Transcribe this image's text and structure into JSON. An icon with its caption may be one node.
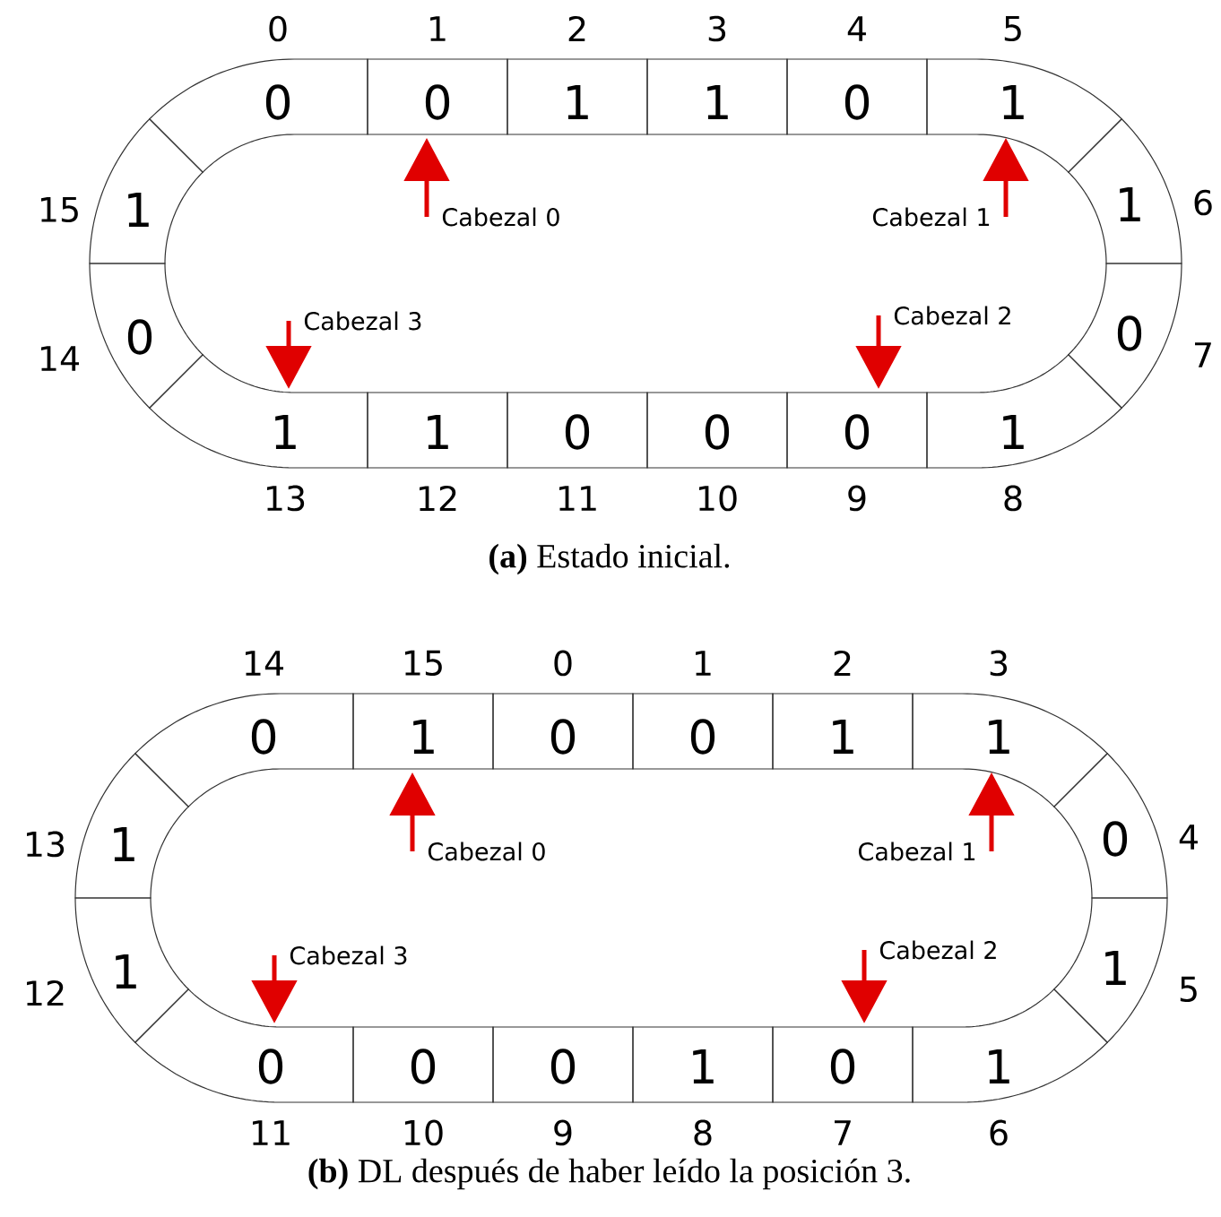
{
  "diagram": {
    "nodes": [
      {
        "text": [
          "0"
        ],
        "beside": [
          "0"
        ]
      },
      {
        "text": [
          "0"
        ],
        "beside": [
          "1"
        ]
      },
      {
        "text": [
          "1"
        ],
        "beside": [
          "2"
        ]
      },
      {
        "text": [
          "1"
        ],
        "beside": [
          "3"
        ]
      },
      {
        "text": [
          "0"
        ],
        "beside": [
          "4"
        ]
      },
      {
        "text": [
          "1"
        ],
        "beside": [
          "5"
        ]
      },
      {
        "text": [
          "1"
        ],
        "beside": [
          "6"
        ]
      },
      {
        "text": [
          "0"
        ],
        "beside": [
          "7"
        ]
      },
      {
        "text": [
          "1"
        ],
        "beside": [
          "8"
        ]
      },
      {
        "text": [
          "0"
        ],
        "beside": [
          "9"
        ]
      },
      {
        "text": [
          "0"
        ],
        "beside": [
          "10"
        ]
      },
      {
        "text": [
          "0"
        ],
        "beside": [
          "11"
        ]
      },
      {
        "text": [
          "1"
        ],
        "beside": [
          "12"
        ]
      },
      {
        "text": [
          "1"
        ],
        "beside": [
          "13"
        ]
      },
      {
        "text": [
          "0"
        ],
        "beside": [
          "14"
        ]
      },
      {
        "text": [
          "1"
        ],
        "beside": [
          "15"
        ]
      },
      {
        "text": [
          "Cabezal 0"
        ]
      },
      {
        "text": [
          "Cabezal 1"
        ]
      },
      {
        "text": [
          "Cabezal 2"
        ]
      },
      {
        "text": [
          "Cabezal 3"
        ]
      },
      {
        "text": [
          "0"
        ],
        "beside": [
          "14"
        ]
      },
      {
        "text": [
          "1"
        ],
        "beside": [
          "15"
        ]
      },
      {
        "text": [
          "0"
        ],
        "beside": [
          "0"
        ]
      },
      {
        "text": [
          "0"
        ],
        "beside": [
          "1"
        ]
      },
      {
        "text": [
          "1"
        ],
        "beside": [
          "2"
        ]
      },
      {
        "text": [
          "1"
        ],
        "beside": [
          "3"
        ]
      },
      {
        "text": [
          "0"
        ],
        "beside": [
          "4"
        ]
      },
      {
        "text": [
          "1"
        ],
        "beside": [
          "5"
        ]
      },
      {
        "text": [
          "1"
        ],
        "beside": [
          "6"
        ]
      },
      {
        "text": [
          "0"
        ],
        "beside": [
          "7"
        ]
      },
      {
        "text": [
          "1"
        ],
        "beside": [
          "8"
        ]
      },
      {
        "text": [
          "0"
        ],
        "beside": [
          "9"
        ]
      },
      {
        "text": [
          "0"
        ],
        "beside": [
          "10"
        ]
      },
      {
        "text": [
          "0"
        ],
        "beside": [
          "11"
        ]
      },
      {
        "text": [
          "1"
        ],
        "beside": [
          "12"
        ]
      },
      {
        "text": [
          "1"
        ],
        "beside": [
          "13"
        ]
      },
      {
        "text": [
          "Cabezal 0"
        ]
      },
      {
        "text": [
          "Cabezal 1"
        ]
      },
      {
        "text": [
          "Cabezal 2"
        ]
      },
      {
        "text": [
          "Cabezal 3"
        ]
      }
    ],
    "edges": [
      {
        "from": 16,
        "to": 1,
        "arrow": "to"
      },
      {
        "from": 17,
        "to": 5,
        "arrow": "to"
      },
      {
        "from": 18,
        "to": 9,
        "arrow": "to"
      },
      {
        "from": 19,
        "to": 13,
        "arrow": "to"
      },
      {
        "from": 36,
        "to": 21,
        "arrow": "to"
      },
      {
        "from": 37,
        "to": 25,
        "arrow": "to"
      },
      {
        "from": 38,
        "to": 29,
        "arrow": "to"
      },
      {
        "from": 39,
        "to": 33,
        "arrow": "to"
      }
    ],
    "labels": [
      "**(a)** Estado inicial.",
      "**(b)** DL después de haber leído la posición 3."
    ]
  }
}
